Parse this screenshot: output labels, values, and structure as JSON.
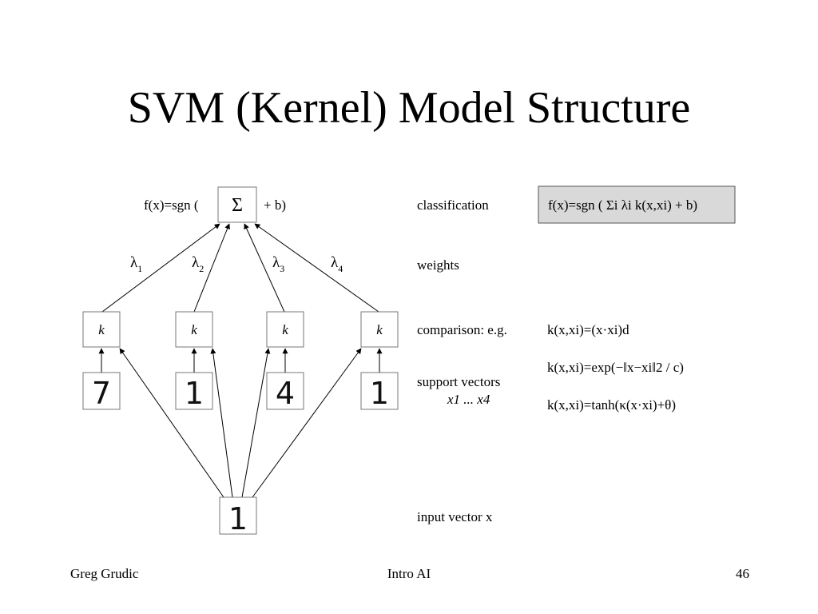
{
  "slide": {
    "title": "SVM (Kernel) Model Structure",
    "footer": {
      "author": "Greg Grudic",
      "course": "Intro AI",
      "page": "46"
    }
  },
  "diagram": {
    "output": {
      "prefix": "f(x)=sgn (",
      "sigma": "Σ",
      "suffix": "+ b)"
    },
    "weights": [
      {
        "sym": "λ",
        "sub": "1"
      },
      {
        "sym": "λ",
        "sub": "2"
      },
      {
        "sym": "λ",
        "sub": "3"
      },
      {
        "sym": "λ",
        "sub": "4"
      }
    ],
    "kernel_label": "k",
    "support_digits": [
      "7",
      "1",
      "4",
      "1"
    ],
    "input_digit": "1"
  },
  "labels": {
    "classification": "classification",
    "weights": "weights",
    "comparison": "comparison:  e.g.",
    "support_vectors": "support vectors",
    "support_vectors_range": "x1 ... x4",
    "input_vector": "input vector x"
  },
  "formulas": {
    "classification": "f(x)=sgn ( Σi λi k(x,xi) + b)",
    "polynomial": "k(x,xi)=(x·xi)d",
    "rbf": "k(x,xi)=exp(−‖x−xi‖2 / c)",
    "sigmoid": "k(x,xi)=tanh(κ(x·xi)+θ)"
  }
}
